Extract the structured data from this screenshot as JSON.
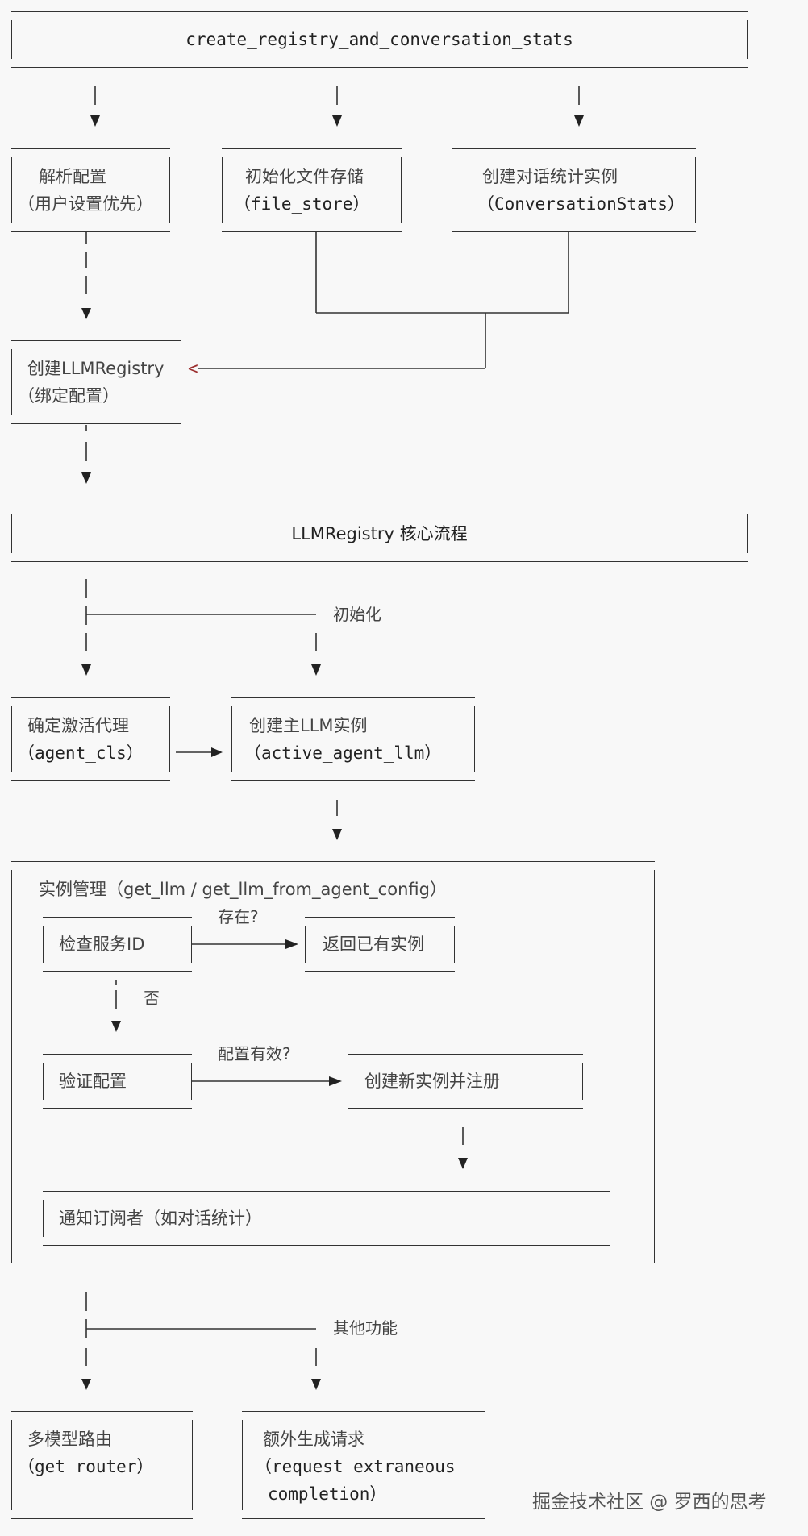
{
  "header": {
    "title": "create_registry_and_conversation_stats"
  },
  "setup": {
    "parse_config": {
      "line1": "解析配置",
      "line2": "（用户设置优先）"
    },
    "init_storage": {
      "line1": "初始化文件存储",
      "line2": "（file_store）"
    },
    "create_stats": {
      "line1": "创建对话统计实例",
      "line2": "（ConversationStats）"
    },
    "create_registry": {
      "line1": "创建LLMRegistry",
      "line2": "（绑定配置）",
      "arrow_head": "<"
    }
  },
  "core": {
    "title": "LLMRegistry 核心流程",
    "init_label": "初始化",
    "active_agent": {
      "line1": "确定激活代理",
      "line2": "（agent_cls）"
    },
    "main_llm": {
      "line1": "创建主LLM实例",
      "line2": "（active_agent_llm）"
    }
  },
  "management": {
    "title": "实例管理（get_llm / get_llm_from_agent_config）",
    "title_sep": "/",
    "check_id": "检查服务ID",
    "exists_q": "存在?",
    "return_existing": "返回已有实例",
    "no_label": "否",
    "validate": "验证配置",
    "valid_q": "配置有效?",
    "create_register": "创建新实例并注册",
    "notify": "通知订阅者（如对话统计）"
  },
  "other": {
    "label": "其他功能",
    "router": {
      "line1": "多模型路由",
      "line2": "（get_router）"
    },
    "extra": {
      "line1": "额外生成请求",
      "line2": "（request_extraneous_",
      "line3": "completion）"
    }
  },
  "watermark": "掘金技术社区 @ 罗西的思考"
}
